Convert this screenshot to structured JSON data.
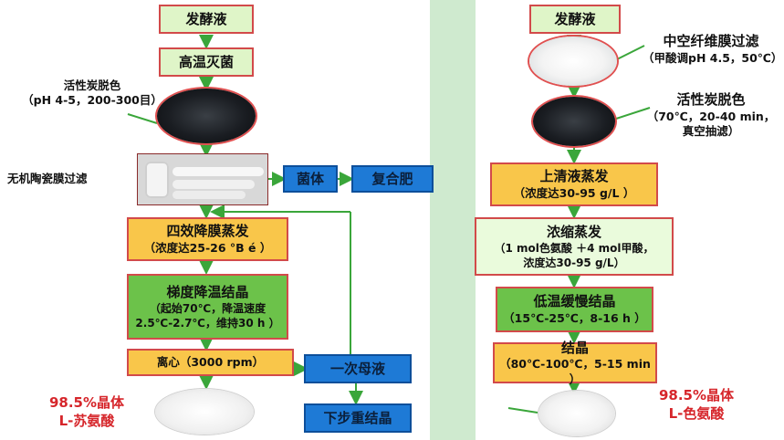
{
  "left": {
    "step1": "发酵液",
    "step2": "高温灭菌",
    "carbon_label": [
      "活性炭脱色",
      "（pH 4-5，200-300目）"
    ],
    "ceramic_label": "无机陶瓷膜过滤",
    "side1": "菌体",
    "side2": "复合肥",
    "evap": [
      "四效降膜蒸发",
      "（浓度达25-26 °B é ）"
    ],
    "cryst": [
      "梯度降温结晶",
      "（起始70℃，降温速度",
      "2.5℃-2.7℃，维持30 h ）"
    ],
    "centrifuge": "离心（3000 rpm）",
    "mother": "一次母液",
    "recryst": "下步重结晶",
    "product": [
      "98.5%晶体",
      "L-苏氨酸"
    ]
  },
  "right": {
    "step1": "发酵液",
    "hollow_label": [
      "中空纤维膜过滤",
      "（甲酸调pH 4.5，50℃）"
    ],
    "carbon_label": [
      "活性炭脱色",
      "（70℃，20-40 min，",
      "真空抽滤）"
    ],
    "supernatant": [
      "上清液蒸发",
      "（浓度达30-95 g/L ）"
    ],
    "concentrate": [
      "浓缩蒸发",
      "（1 mol色氨酸 ＋4 mol甲酸，",
      "浓度达30-95 g/L）"
    ],
    "lowtemp": [
      "低温缓慢结晶",
      "（15℃-25℃，8-16 h ）"
    ],
    "crystallize": [
      "结晶",
      "（80℃-100℃，5-15 min ）"
    ],
    "product": [
      "98.5%晶体",
      "L-色氨酸"
    ]
  },
  "colors": {
    "arrow": "#3aa63a",
    "border_red": "#d24a4a",
    "orange": "#f9c64a",
    "green": "#6cc24a",
    "blue": "#1e7ad6",
    "product_text": "#d6262b"
  }
}
